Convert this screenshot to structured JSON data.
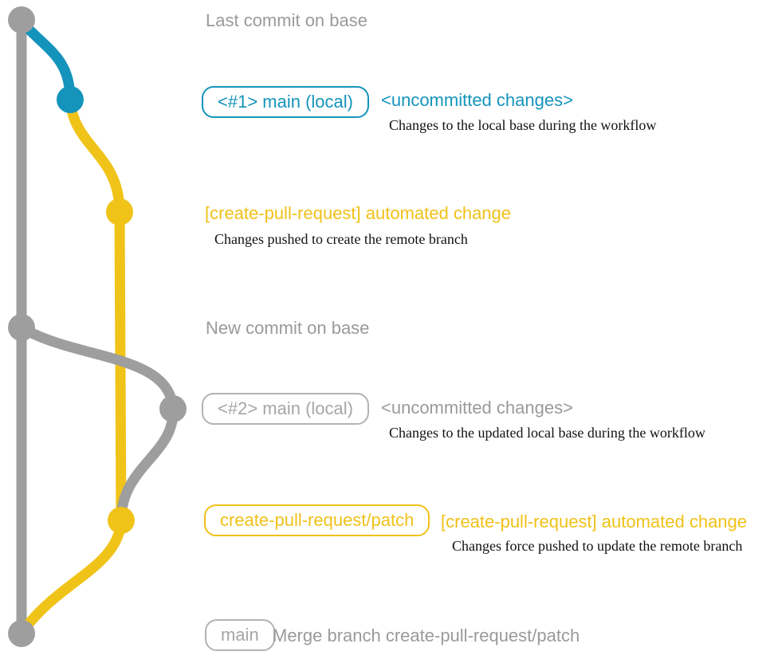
{
  "colors": {
    "gray": "#9e9e9e",
    "gray_text": "#9a9a9a",
    "blue": "#1494bb",
    "yellow": "#f0c319",
    "desc_text": "#111111"
  },
  "rows": {
    "last_commit": {
      "label": "Last commit on base"
    },
    "main1": {
      "badge": "<#1> main (local)",
      "title": "<uncommitted changes>",
      "desc": "Changes to the local base during the workflow"
    },
    "cpr1": {
      "title": "[create-pull-request] automated change",
      "desc": "Changes pushed to create the remote branch"
    },
    "new_commit": {
      "label": "New commit on base"
    },
    "main2": {
      "badge": "<#2> main (local)",
      "title": "<uncommitted changes>",
      "desc": "Changes to the updated local base during the workflow"
    },
    "cpr2": {
      "badge": "create-pull-request/patch",
      "title": "[create-pull-request] automated change",
      "desc": "Changes force pushed to update the remote branch"
    },
    "merge": {
      "badge": "main",
      "label": "Merge branch create-pull-request/patch"
    }
  }
}
